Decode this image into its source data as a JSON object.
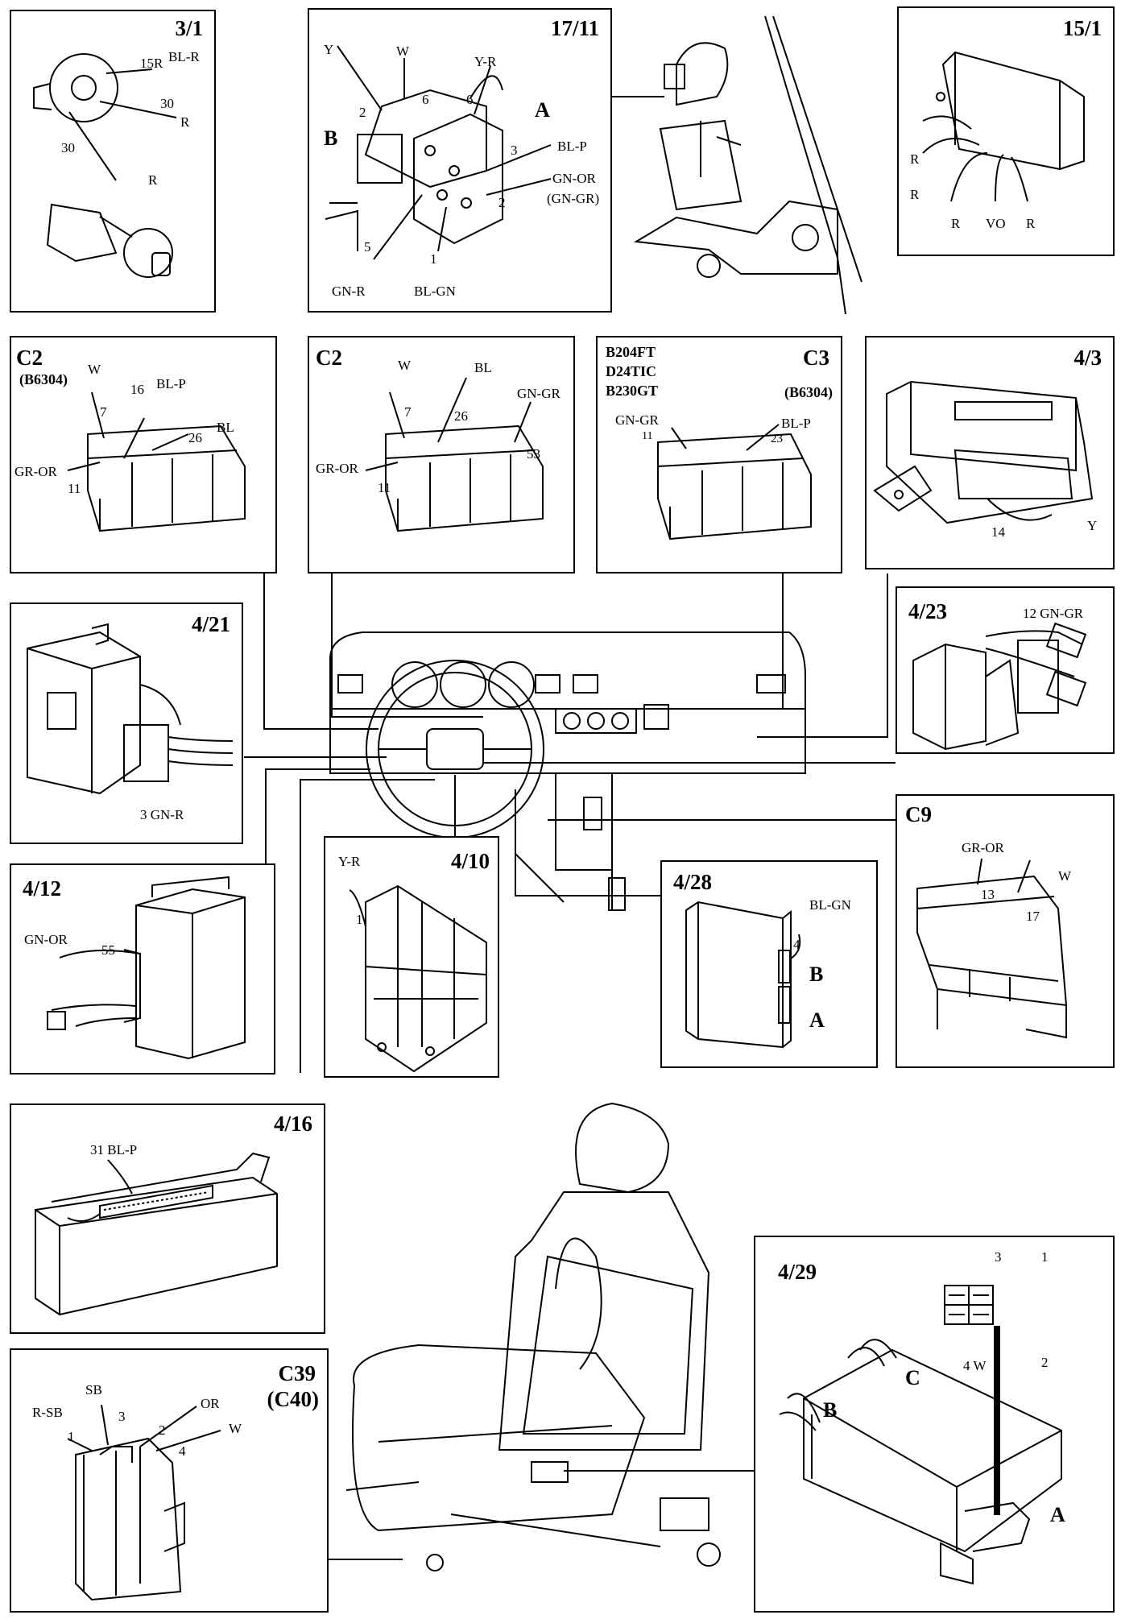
{
  "panels": {
    "p3_1": {
      "id": "3/1",
      "labels": {
        "t15r": "15R",
        "blr": "BL-R",
        "t30a": "30",
        "ra": "R",
        "t30b": "30",
        "rb": "R"
      }
    },
    "p17_11": {
      "id": "17/11",
      "labels": {
        "y": "Y",
        "w": "W",
        "yr": "Y-R",
        "a": "A",
        "b": "B",
        "n2a": "2",
        "n6a": "6",
        "n6b": "6",
        "n3": "3",
        "blp": "BL-P",
        "gnor": "GN-OR",
        "gngr": "(GN-GR)",
        "n2b": "2",
        "n5": "5",
        "n1": "1",
        "gnr": "GN-R",
        "blgn": "BL-GN"
      }
    },
    "p15_1": {
      "id": "15/1",
      "labels": {
        "r1": "R",
        "r2": "R",
        "r3": "R",
        "vo": "VO",
        "r4": "R"
      }
    },
    "pc2a": {
      "id": "C2",
      "sub": "(B6304)",
      "labels": {
        "w": "W",
        "n7": "7",
        "n16": "16",
        "blp": "BL-P",
        "bl": "BL",
        "n26": "26",
        "gror": "GR-OR",
        "n11": "11"
      }
    },
    "pc2b": {
      "id": "C2",
      "labels": {
        "w": "W",
        "bl": "BL",
        "gngr": "GN-GR",
        "n7": "7",
        "n26": "26",
        "n53": "53",
        "gror": "GR-OR",
        "n11": "11"
      }
    },
    "pc3": {
      "id": "C3",
      "engines": [
        "B204FT",
        "D24TIC",
        "B230GT"
      ],
      "sub": "(B6304)",
      "labels": {
        "gngr": "GN-GR",
        "n11": "11",
        "blp": "BL-P",
        "n23": "23"
      }
    },
    "p4_3": {
      "id": "4/3",
      "labels": {
        "n14": "14",
        "y": "Y"
      }
    },
    "p4_21": {
      "id": "4/21",
      "labels": {
        "gnr": "3 GN-R"
      }
    },
    "p4_23": {
      "id": "4/23",
      "labels": {
        "gngr": "12 GN-GR"
      }
    },
    "p4_12": {
      "id": "4/12",
      "labels": {
        "gnor": "GN-OR",
        "n55": "55"
      }
    },
    "p4_10": {
      "id": "4/10",
      "labels": {
        "yr": "Y-R",
        "n1": "1"
      }
    },
    "p4_28": {
      "id": "4/28",
      "labels": {
        "blgn": "BL-GN",
        "n4": "4",
        "b": "B",
        "a": "A"
      }
    },
    "pc9": {
      "id": "C9",
      "labels": {
        "gror": "GR-OR",
        "w": "W",
        "n13": "13",
        "n17": "17"
      }
    },
    "p4_16": {
      "id": "4/16",
      "labels": {
        "blp": "31 BL-P"
      }
    },
    "pc39": {
      "id": "C39",
      "sub": "(C40)",
      "labels": {
        "sb": "SB",
        "rsb": "R-SB",
        "n3": "3",
        "or": "OR",
        "n2": "2",
        "w": "W",
        "n1": "1",
        "n4": "4"
      }
    },
    "p4_29": {
      "id": "4/29",
      "labels": {
        "n3": "3",
        "n1": "1",
        "w4": "4 W",
        "n2": "2",
        "c": "C",
        "b": "B",
        "a": "A"
      }
    }
  }
}
